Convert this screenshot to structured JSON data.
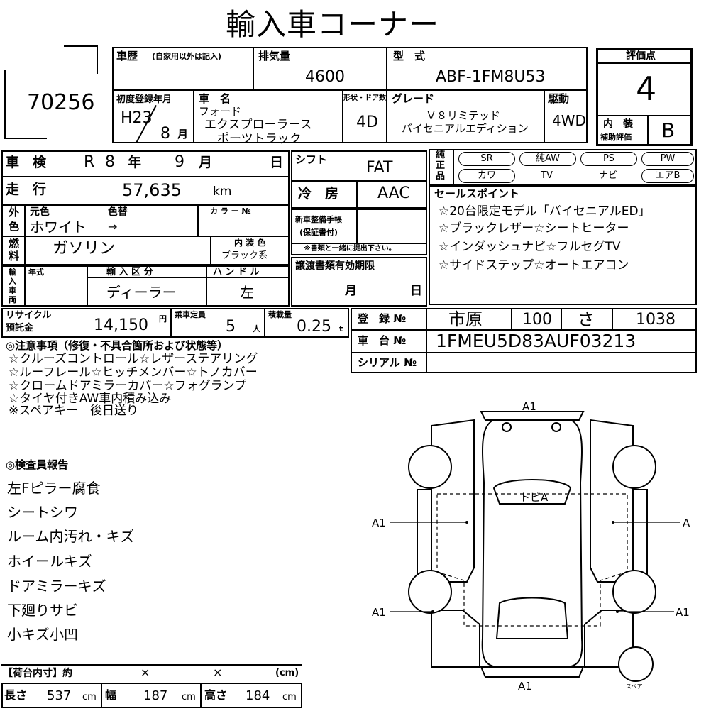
{
  "title": "輸入車コーナー",
  "lot_number": "70256",
  "history": {
    "label": "車歴",
    "note": "(自家用以外は記入)",
    "value": ""
  },
  "displacement": {
    "label": "排気量",
    "value": "4600"
  },
  "model_code": {
    "label": "型　式",
    "value": "ABF-1FM8U53"
  },
  "grade_score": {
    "label": "評価点",
    "value": "4"
  },
  "first_reg": {
    "label": "初度登録年月",
    "year": "H23",
    "month": "8",
    "month_unit": "月"
  },
  "car_name": {
    "label": "車　名",
    "maker": "フォード",
    "name1": "エクスプローラース",
    "name2": "ポーツトラック"
  },
  "doors": {
    "label": "形状・ドア数",
    "value": "4D"
  },
  "grade": {
    "label": "グレード",
    "line1": "Ｖ８リミテッド",
    "line2": "バイセニアルエディション"
  },
  "drive": {
    "label": "駆動",
    "value": "4WD"
  },
  "interior_score": {
    "label1": "内　装",
    "label2": "補助評価",
    "value": "B"
  },
  "shaken": {
    "label": "車　検",
    "era": "R",
    "year": "8",
    "year_unit": "年",
    "month": "9",
    "month_unit": "月",
    "day_unit": "日"
  },
  "shift": {
    "label": "シフト",
    "value": "FAT"
  },
  "options": {
    "label1": "純",
    "label2": "正",
    "label3": "品",
    "items": [
      "SR",
      "純AW",
      "PS",
      "PW",
      "カワ",
      "TV",
      "ナビ",
      "エアB"
    ]
  },
  "mileage": {
    "label": "走　行",
    "value": "57,635",
    "unit": "km"
  },
  "aircon": {
    "label": "冷　房",
    "value": "AAC"
  },
  "color": {
    "label1": "外",
    "label2": "色",
    "orig_label": "元色",
    "change_label": "色替",
    "value": "ホワイト",
    "arrow": "→",
    "code_label": "カ ラ ー №"
  },
  "maintenance": {
    "line1": "新車整備手帳",
    "line2": "(保証書付)",
    "note": "※書類と一緒に提出下さい。"
  },
  "fuel": {
    "label1": "燃",
    "label2": "料",
    "value": "ガソリン",
    "int_color_label": "内 装 色",
    "int_color_value": "ブラック系"
  },
  "sales_points": {
    "label": "セールスポイント",
    "lines": [
      "☆20台限定モデル「バイセニアルED」",
      "☆ブラックレザー☆シートヒーター",
      "☆インダッシュナビ☆フルセグTV",
      "☆サイドステップ☆オートエアコン"
    ]
  },
  "import": {
    "label1": "輸",
    "label2": "入",
    "label3": "車",
    "label4": "両",
    "year_label": "年式",
    "type_label": "輸 入 区 分",
    "type_value": "ディーラー",
    "handle_label": "ハ ン ド ル",
    "handle_value": "左"
  },
  "transfer": {
    "label": "譲渡書類有効期限",
    "month_unit": "月",
    "day_unit": "日"
  },
  "recycle": {
    "label1": "リサイクル",
    "label2": "預託金",
    "value": "14,150",
    "unit": "円"
  },
  "capacity": {
    "label": "乗車定員",
    "value": "5",
    "unit": "人"
  },
  "load": {
    "label": "積載量",
    "value": "0.25",
    "unit": "t"
  },
  "registration": {
    "label": "登　録 №",
    "city": "市原",
    "class": "100",
    "kana": "さ",
    "number": "1038"
  },
  "chassis": {
    "label": "車　台 №",
    "value": "1FMEU5D83AUF03213"
  },
  "serial": {
    "label": "シリアル №",
    "value": ""
  },
  "notes": {
    "label": "◎注意事項（修復・不具合箇所および状態等）",
    "lines": [
      "☆クルーズコントロール☆レザーステアリング",
      "☆ルーフレール☆ヒッチメンバー☆トノカバー",
      "☆クロームドアミラーカバー☆フォグランプ",
      "☆タイヤ付きAW車内積み込み",
      "※スペアキー　後日送り"
    ]
  },
  "inspector": {
    "label": "◎検査員報告",
    "lines": [
      "左Fピラー腐食",
      "シートシワ",
      "ルーム内汚れ・キズ",
      "ホイールキズ",
      "ドアミラーキズ",
      "下廻りサビ",
      "小キズ小凹"
    ]
  },
  "cargo": {
    "label": "【荷台内寸】約",
    "x1": "×",
    "x2": "×",
    "unit_label": "(cm)"
  },
  "dims": {
    "length_label": "長さ",
    "length": "537",
    "width_label": "幅",
    "width": "187",
    "height_label": "高さ",
    "height": "184",
    "unit": "cm"
  },
  "diagram": {
    "front": "A1",
    "rear": "A1",
    "left_front": "A1",
    "left_rear": "A1",
    "right_front": "A",
    "right_rear": "A1",
    "window": "トビA",
    "spare": "スペア"
  }
}
